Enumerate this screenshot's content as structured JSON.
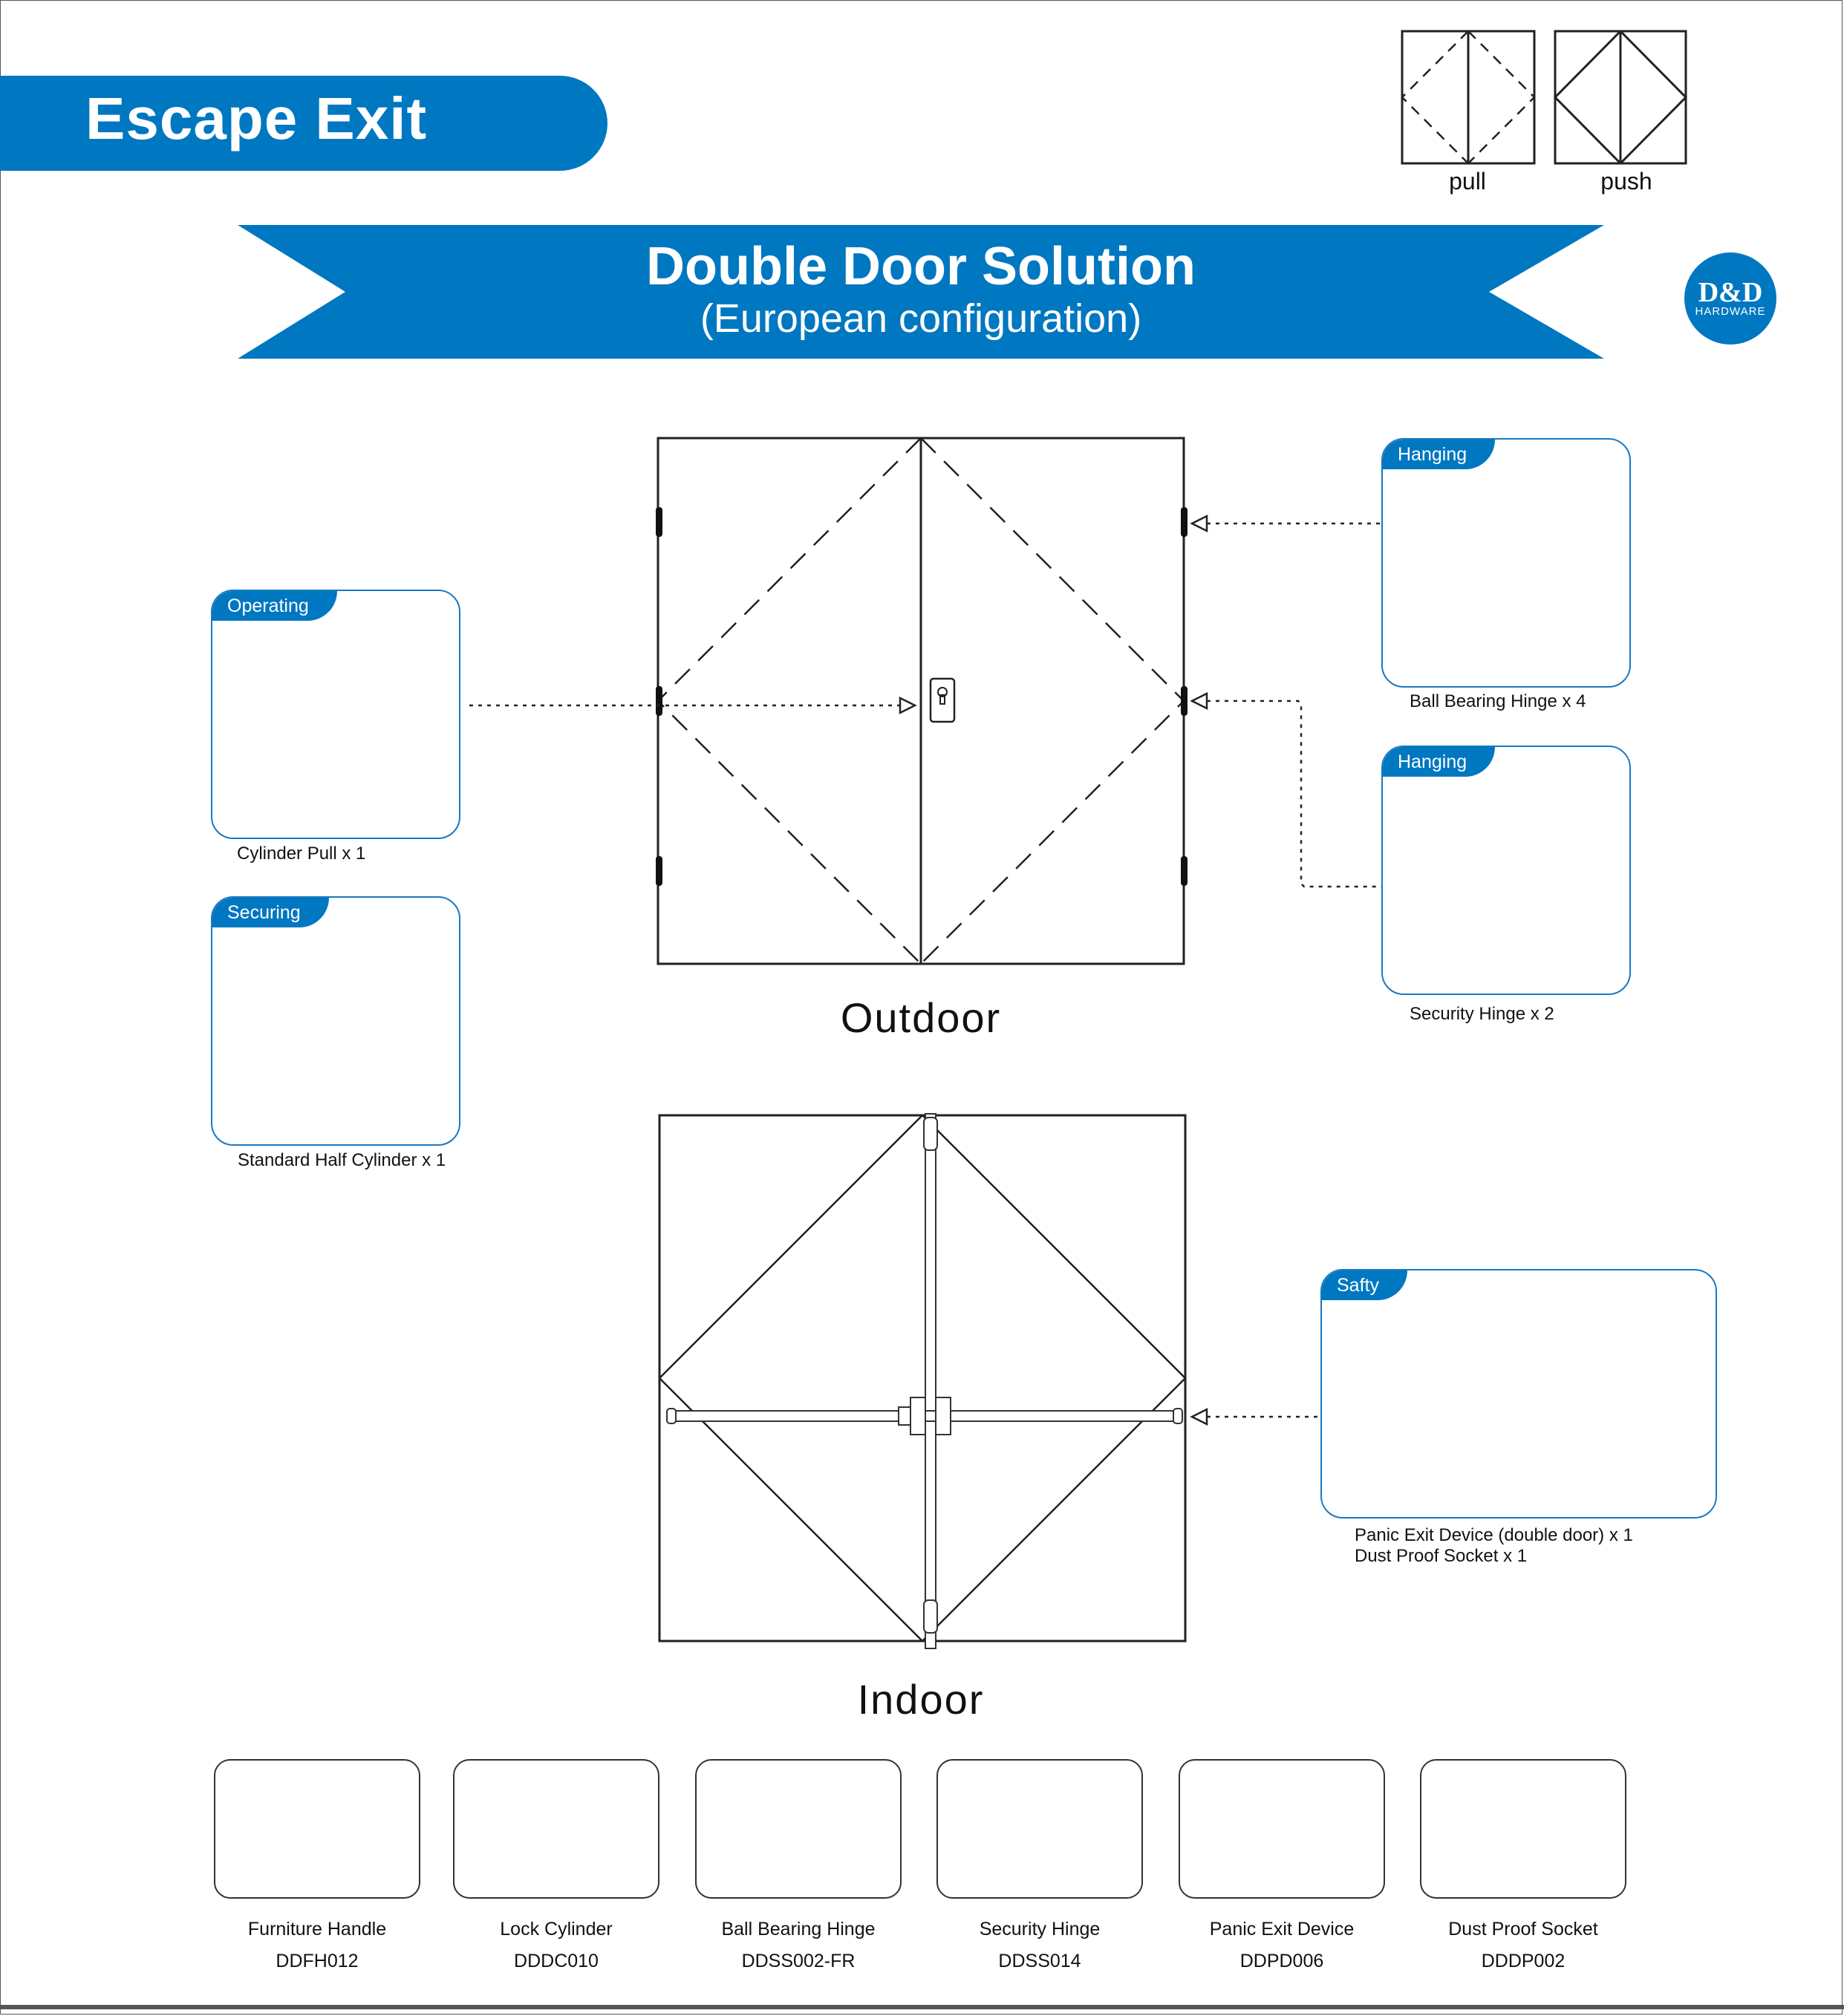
{
  "header": {
    "section_title": "Escape Exit",
    "ribbon_title": "Double Door Solution",
    "ribbon_subtitle": "(European configuration)",
    "logo_text": "D&D",
    "logo_subtext": "HARDWARE",
    "brand_color": "#0077c1"
  },
  "legend": {
    "pull_label": "pull",
    "push_label": "push"
  },
  "views": {
    "outdoor_label": "Outdoor",
    "indoor_label": "Indoor"
  },
  "cards": {
    "operating": {
      "tag": "Operating",
      "caption": "Cylinder Pull  x 1"
    },
    "securing": {
      "tag": "Securing",
      "caption": "Standard Half Cylinder x 1"
    },
    "hanging_ball": {
      "tag": "Hanging",
      "caption": "Ball Bearing Hinge x 4"
    },
    "hanging_security": {
      "tag": "Hanging",
      "caption": "Security Hinge x 2"
    },
    "safety": {
      "tag": "Safty",
      "caption_line1": "Panic  Exit  Device (double  door)  x 1",
      "caption_line2": "Dust  Proof Socket  x 1"
    }
  },
  "products": [
    {
      "name": "Furniture Handle",
      "code": "DDFH012",
      "icon": "cylinder-pull-icon"
    },
    {
      "name": "Lock Cylinder",
      "code": "DDDC010",
      "icon": "half-cylinder-icon"
    },
    {
      "name": "Ball Bearing Hinge",
      "code": "DDSS002-FR",
      "icon": "ball-bearing-hinge-icon"
    },
    {
      "name": "Security Hinge",
      "code": "DDSS014",
      "icon": "security-hinge-icon"
    },
    {
      "name": "Panic Exit Device",
      "code": "DDPD006",
      "icon": "panic-bar-icon"
    },
    {
      "name": "Dust Proof Socket",
      "code": "DDDP002",
      "icon": "dust-socket-icon"
    }
  ]
}
